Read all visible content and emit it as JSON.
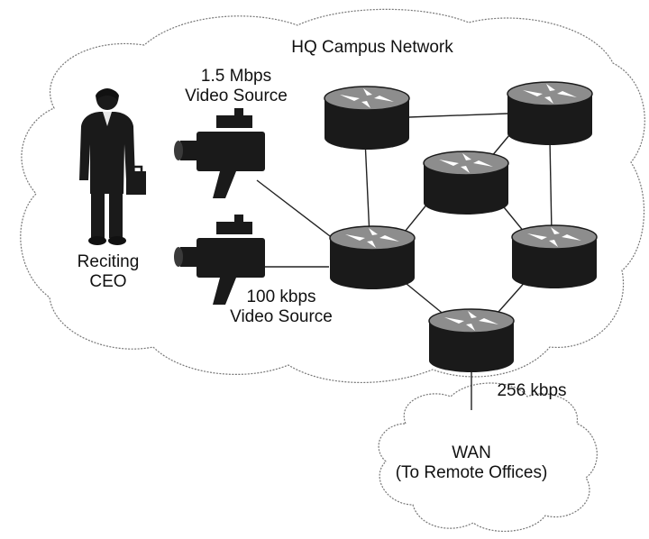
{
  "campus": {
    "title": "HQ Campus Network"
  },
  "ceo": {
    "line1": "Reciting",
    "line2": "CEO"
  },
  "video_high": {
    "line1": "1.5 Mbps",
    "line2": "Video Source"
  },
  "video_low": {
    "line1": "100 kbps",
    "line2": "Video Source"
  },
  "wan_link": {
    "label": "256 kbps"
  },
  "wan": {
    "line1": "WAN",
    "line2": "(To Remote Offices)"
  },
  "icons": {
    "router": "router-icon",
    "camera": "video-camera-icon",
    "person": "businessman-icon",
    "cloud": "cloud-icon"
  },
  "colors": {
    "ink": "#111111",
    "router_top": "#8a8a8a",
    "router_body": "#1a1a1a",
    "cloud_edge": "#555555"
  }
}
